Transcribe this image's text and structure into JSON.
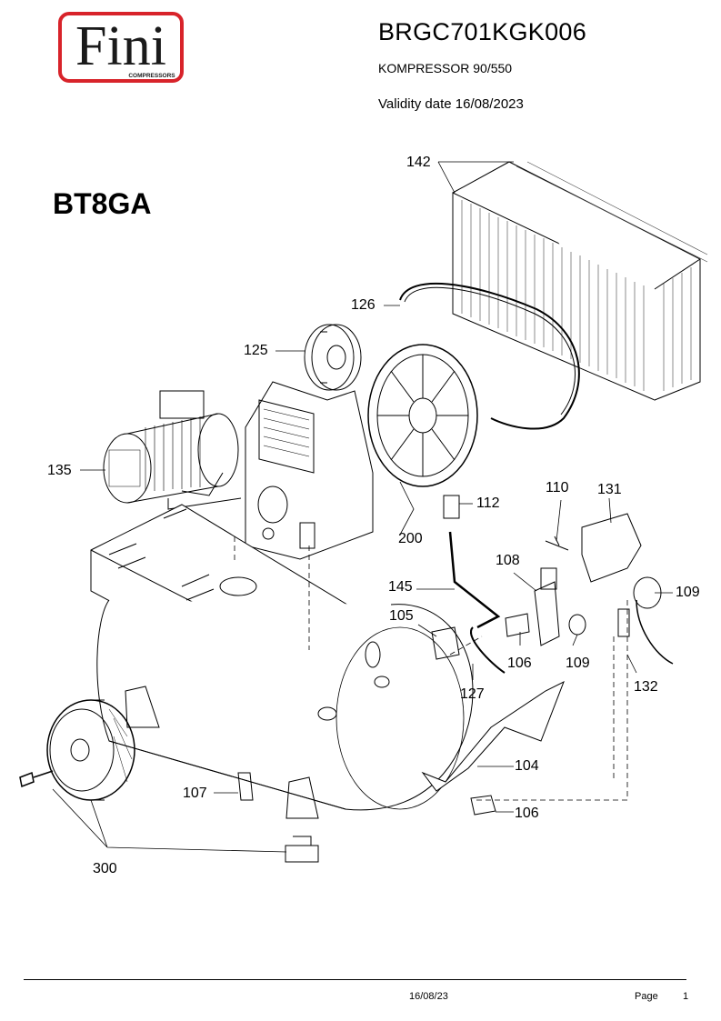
{
  "header": {
    "logo_text": "Fini",
    "logo_subtext": "COMPRESSORS",
    "code": "BRGC701KGK006",
    "model": "KOMPRESSOR 90/550",
    "validity": "Validity date 16/08/2023"
  },
  "drawing": {
    "variant": "BT8GA",
    "labels": [
      "142",
      "126",
      "125",
      "135",
      "200",
      "112",
      "110",
      "131",
      "145",
      "108",
      "109",
      "105",
      "106",
      "109",
      "127",
      "132",
      "104",
      "107",
      "106",
      "300"
    ]
  },
  "footer": {
    "date": "16/08/23",
    "page_label": "Page",
    "page_number": "1"
  },
  "colors": {
    "logo_red": "#d8232a"
  }
}
